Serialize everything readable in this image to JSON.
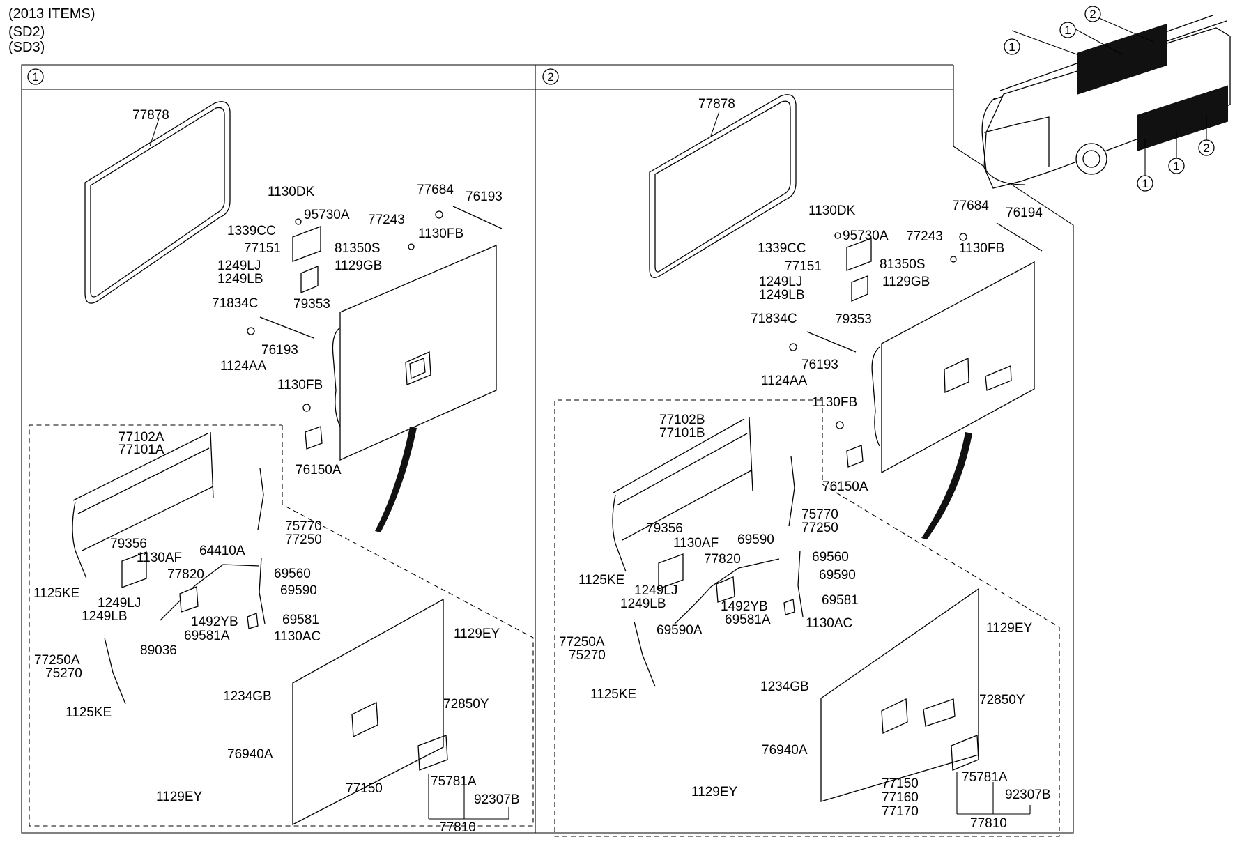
{
  "header": {
    "line1": "(2013 ITEMS)",
    "line2": "(SD2)",
    "line3": "(SD3)"
  },
  "panels": [
    {
      "index": "1",
      "labels": {
        "glass_seal": "77878",
        "bolt_top": "1130DK",
        "striker": "95730A",
        "washer": "1339CC",
        "bracket": "77151",
        "bolt_lj": "1249LJ",
        "bolt_lb": "1249LB",
        "cover_plate": "79353",
        "roller_cap": "71834C",
        "rod_lower": "76193",
        "bolt_aa": "1124AA",
        "guide": "77684",
        "rod_upper": "76193",
        "cap": "77243",
        "screw_s": "81350S",
        "bolt_fb_top": "1130FB",
        "screw_gb": "1129GB",
        "bolt_fb_mid": "1130FB",
        "hinge": "76150A",
        "frame_a": "77102A",
        "frame_b": "77101A",
        "plate": "79356",
        "bolt_af": "1130AF",
        "cable": "64410A",
        "latch": "77820",
        "rod_a": "75770",
        "rod_b": "77250",
        "link_a": "69560",
        "link_b": "69590",
        "bolt_ke_top": "1125KE",
        "bolt_lj2": "1249LJ",
        "bolt_lb2": "1249LB",
        "stopper": "1492YB",
        "spring": "69581",
        "bolt_ac": "1130AC",
        "rod_c": "89036",
        "spring_a": "69581A",
        "arm_a": "77250A",
        "arm_b": "75270",
        "bolt_ke_bot": "1125KE",
        "screw_ey_top": "1129EY",
        "bolt_gb": "1234GB",
        "catch": "72850Y",
        "holder": "76940A",
        "screw_ey_bot": "1129EY",
        "door_panel": "77150",
        "bushing": "75781A",
        "handle_cover": "92307B",
        "handle_assy": "77810"
      }
    },
    {
      "index": "2",
      "labels": {
        "glass_seal": "77878",
        "bolt_top": "1130DK",
        "striker": "95730A",
        "washer": "1339CC",
        "bracket": "77151",
        "bolt_lj": "1249LJ",
        "bolt_lb": "1249LB",
        "cover_plate": "79353",
        "roller_cap": "71834C",
        "rod_lower": "76193",
        "bolt_aa": "1124AA",
        "guide": "77684",
        "rod_upper": "76194",
        "cap": "77243",
        "screw_s": "81350S",
        "bolt_fb_top": "1130FB",
        "screw_gb": "1129GB",
        "bolt_fb_mid": "1130FB",
        "hinge": "76150A",
        "frame_a": "77102B",
        "frame_b": "77101B",
        "plate": "79356",
        "bolt_af": "1130AF",
        "cable": "69590",
        "latch": "77820",
        "rod_a": "75770",
        "rod_b": "77250",
        "link_a": "69560",
        "link_b": "69590",
        "bolt_ke_top": "1125KE",
        "bolt_lj2": "1249LJ",
        "bolt_lb2": "1249LB",
        "stopper": "1492YB",
        "spring": "69581",
        "bolt_ac": "1130AC",
        "rod_c": "69590A",
        "spring_a": "69581A",
        "arm_a": "77250A",
        "arm_b": "75270",
        "bolt_ke_bot": "1125KE",
        "screw_ey_top": "1129EY",
        "bolt_gb": "1234GB",
        "catch": "72850Y",
        "holder": "76940A",
        "screw_ey_bot": "1129EY",
        "door_panel": "77150",
        "door_panel_2": "77160",
        "door_panel_3": "77170",
        "bushing": "75781A",
        "handle_cover": "92307B",
        "handle_assy": "77810"
      }
    }
  ],
  "bus_markers": {
    "m1": "1",
    "m2": "1",
    "m3": "2",
    "m4": "1",
    "m5": "1",
    "m6": "2"
  }
}
